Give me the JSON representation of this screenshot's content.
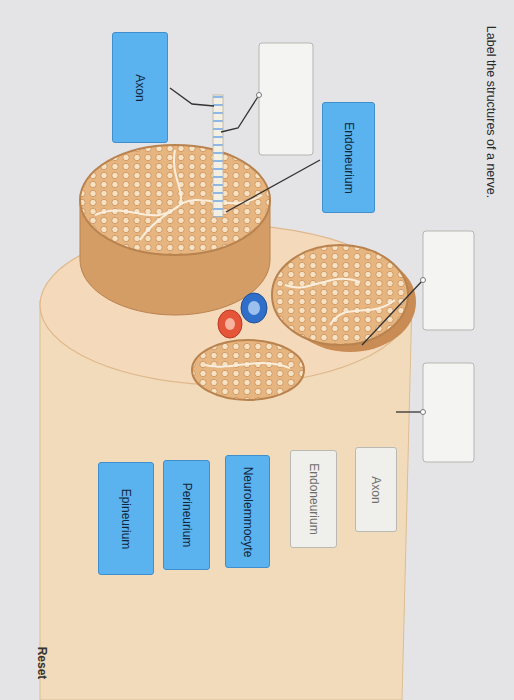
{
  "diagram": {
    "title": "Label the structures of a nerve.",
    "nodes": [
      {
        "text": [
          "Axon"
        ]
      },
      {
        "text": [
          "Endoneurium"
        ]
      },
      {
        "text": [
          "Axon"
        ]
      },
      {
        "text": [
          "Endoneurium"
        ]
      },
      {
        "text": [
          "Neurolemmocyte"
        ]
      },
      {
        "text": [
          "Perineurium"
        ]
      },
      {
        "text": [
          "Epineurium"
        ]
      }
    ],
    "edges": [],
    "labels": [
      "Reset"
    ]
  }
}
